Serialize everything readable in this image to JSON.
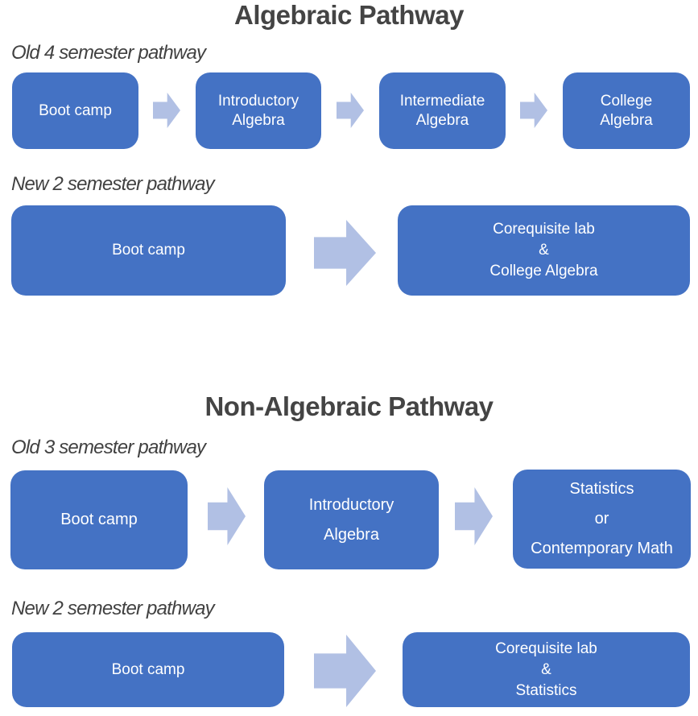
{
  "colors": {
    "box_fill": "#4472C4",
    "arrow_fill": "#B1C0E4",
    "heading_text": "#444444",
    "box_text": "#ffffff",
    "background": "#ffffff"
  },
  "algebraic": {
    "title": "Algebraic Pathway",
    "old": {
      "label": "Old 4 semester pathway",
      "steps": [
        {
          "lines": [
            "Boot camp"
          ]
        },
        {
          "lines": [
            "Introductory",
            "Algebra"
          ]
        },
        {
          "lines": [
            "Intermediate",
            "Algebra"
          ]
        },
        {
          "lines": [
            "College",
            "Algebra"
          ]
        }
      ]
    },
    "new": {
      "label": "New 2 semester pathway",
      "steps": [
        {
          "lines": [
            "Boot camp"
          ]
        },
        {
          "lines": [
            "Corequisite lab",
            "&",
            "College Algebra"
          ]
        }
      ]
    }
  },
  "non_algebraic": {
    "title": "Non-Algebraic Pathway",
    "old": {
      "label": "Old 3 semester pathway",
      "steps": [
        {
          "lines": [
            "Boot camp"
          ]
        },
        {
          "lines": [
            "Introductory",
            "Algebra"
          ]
        },
        {
          "lines": [
            "Statistics",
            "or",
            "Contemporary Math"
          ]
        }
      ]
    },
    "new": {
      "label": "New 2 semester pathway",
      "steps": [
        {
          "lines": [
            "Boot camp"
          ]
        },
        {
          "lines": [
            "Corequisite lab",
            "&",
            "Statistics"
          ]
        }
      ]
    }
  }
}
